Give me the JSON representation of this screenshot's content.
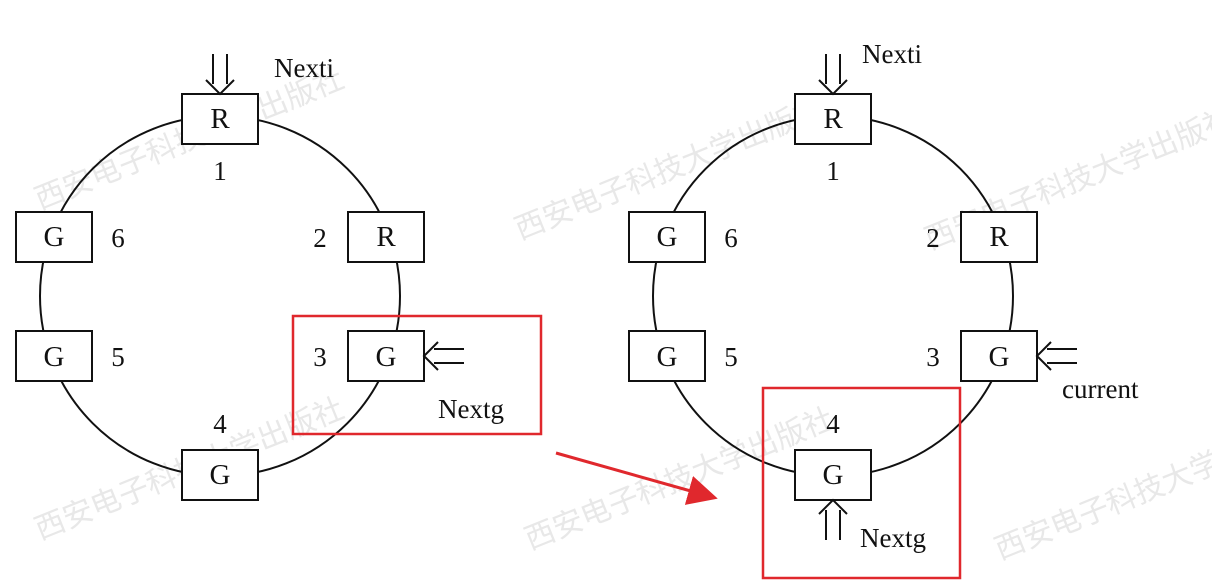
{
  "colors": {
    "highlight": "#e0282d",
    "stroke": "#111111"
  },
  "watermark": "西安电子科技大学出版社",
  "left": {
    "nodes": [
      {
        "id": 1,
        "letter": "R"
      },
      {
        "id": 2,
        "letter": "R"
      },
      {
        "id": 3,
        "letter": "G"
      },
      {
        "id": 4,
        "letter": "G"
      },
      {
        "id": 5,
        "letter": "G"
      },
      {
        "id": 6,
        "letter": "G"
      }
    ],
    "labels": {
      "nexti": "Nexti",
      "nextg": "Nextg"
    }
  },
  "right": {
    "nodes": [
      {
        "id": 1,
        "letter": "R"
      },
      {
        "id": 2,
        "letter": "R"
      },
      {
        "id": 3,
        "letter": "G"
      },
      {
        "id": 4,
        "letter": "G"
      },
      {
        "id": 5,
        "letter": "G"
      },
      {
        "id": 6,
        "letter": "G"
      }
    ],
    "labels": {
      "nexti": "Nexti",
      "current": "current",
      "nextg": "Nextg"
    }
  }
}
